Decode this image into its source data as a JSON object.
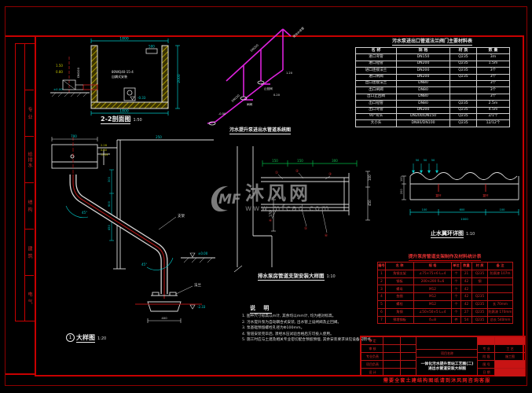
{
  "watermark": {
    "logo": "MF",
    "brand": "沐风网",
    "url": "www.mfcad.com"
  },
  "sign_strip": {
    "labels": [
      "专 业",
      "给排水",
      "结 构",
      "建 筑",
      "电 气"
    ]
  },
  "tank_section": {
    "caption": "2-2剖面图",
    "scale": "1:50",
    "dim_top": "1800",
    "dim_right": "2000",
    "dim_bottom": "1800",
    "opening": "500",
    "level_in": "-0.33",
    "level_ground": "±0.00",
    "pump_model": "80WQ40-15-4",
    "pump_note": "自耦式安装",
    "lvl1": "1.50",
    "lvl2": "0.80",
    "pipe_label": "DN100"
  },
  "iso_diagram": {
    "caption": "污水提升泵进出水管道系统图",
    "outlet": "接出水总管",
    "dn1": "DN200",
    "dn2": "DN150",
    "lv1": "1.20",
    "lv2": "0.20",
    "lv3": "-0.50",
    "valve": "闸阀",
    "check": "止回阀"
  },
  "materials_table": {
    "title": "污水泵进出口管道法兰阀门主要材料表",
    "rows": [
      [
        "名 称",
        "规 格",
        "材 质",
        "数 量"
      ],
      [
        "进口弯管",
        "DN150",
        "Q235",
        "3m"
      ],
      [
        "进口短管",
        "DN200",
        "Q235",
        "1.5m"
      ],
      [
        "进口连接法兰",
        "DN200",
        "Q235",
        "3个"
      ],
      [
        "进口闸阀",
        "DN200",
        "Q235",
        "3个"
      ],
      [
        "出口连接法兰",
        "DN80",
        "",
        "3个"
      ],
      [
        "出口闸阀",
        "DN80",
        "",
        "3个"
      ],
      [
        "出口止回阀",
        "DN80",
        "",
        "3个"
      ],
      [
        "出口短管",
        "DN80",
        "Q235",
        "2.5m"
      ],
      [
        "出口弯管",
        "DN200",
        "Q235",
        "4.5m"
      ],
      [
        "90°弯头",
        "DN200/DN150",
        "Q235",
        "2/1个"
      ],
      [
        "大小头",
        "DN80/DN100",
        "Q235",
        "12/12个"
      ]
    ]
  },
  "pipe_detail": {
    "caption": "大样图",
    "caption_num": "1",
    "scale": "1:20",
    "dim_top": "700",
    "dim_wall": "250",
    "lv_a": "2.26",
    "lv_b": "0.80",
    "lv_c": "-0.43",
    "angle1": "45°",
    "angle2": "45°",
    "ground": "±0.00",
    "bottom_level": "-2.33",
    "base_dim": "400",
    "wall_dim1": "300",
    "wall_dim2": "600",
    "wall_dim3": "450",
    "label_support": "支架",
    "label_flange": "法兰"
  },
  "bracket_detail": {
    "caption": "排水泵房管道支架安装大样图",
    "scale": "1:10",
    "g1": "150",
    "g2": "150",
    "g3": "300",
    "dim_v1": "100",
    "dim_v2": "450",
    "dim_170": "170",
    "m1": "①",
    "m2": "②",
    "m3": "③",
    "m4": "④",
    "m5": "⑤",
    "m6": "⑥"
  },
  "collar_detail": {
    "caption": "止水翼环详图",
    "scale": "1:10",
    "t1": "50",
    "t2": "50",
    "t3": "50",
    "ring_label": "翼环",
    "b1": "100",
    "b2": "600",
    "b3": "100",
    "total": "1000",
    "l1": "100",
    "l2": "200"
  },
  "support_table": {
    "title": "提升泵房管道支架制作及材料统计表",
    "rows": [
      [
        "编号",
        "名 称",
        "规 格",
        "单位",
        "数量",
        "材 质",
        "备 注"
      ],
      [
        "1",
        "角钢支架",
        "∠75×75×6 L=4",
        "个",
        "21",
        "Q235",
        "防腐漆 107m"
      ],
      [
        "2",
        "钢板",
        "200×200 δ=6",
        "个",
        "42",
        "钢",
        ""
      ],
      [
        "3",
        "螺母",
        "M12",
        "个",
        "42",
        "",
        ""
      ],
      [
        "4",
        "垫圈",
        "M12",
        "个",
        "42",
        "Q235",
        ""
      ],
      [
        "5",
        "螺栓",
        "M12",
        "个",
        "42",
        "Q235",
        "长 70mm"
      ],
      [
        "6",
        "角钢",
        "∠50×50×5 L=4",
        "个",
        "27",
        "Q235",
        "防腐漆 170mm"
      ],
      [
        "7",
        "预埋钢板",
        "δ=8",
        "件",
        "54",
        "Q235",
        "总长 540mm"
      ]
    ]
  },
  "notes": {
    "title": "说  明",
    "items": [
      "1. 图中尺寸标高以m计, 其余均以mm计, 均为相对标高。",
      "2. 污水提升泵为自动耦合式安装, 出水管上设闸阀及止回阀。",
      "3. 泵基础预留螺栓孔径为Φ100mm。",
      "4. 管道安装完毕后, 须经水压试验合格后方可投入使用。",
      "5. 施工时应与土建及相关专业密切配合预留预埋, 其余安装要求详见设备说明书。"
    ]
  },
  "title_block": {
    "labels_left": [
      "审 定",
      "审 核",
      "专业负责",
      "项目负责",
      "设 计"
    ],
    "project_label": "项目名称",
    "title_line1": "一体化污水提升泵站工艺图(二)",
    "title_line2": "进出水管道安装大样图",
    "label_specialty": "专 业",
    "value_specialty": "工 艺",
    "label_stage": "阶 段",
    "value_stage": "施工图",
    "label_dwgno": "图 号",
    "label_date": "日 期"
  },
  "bottom_banner": "需要全套土建结构图纸请到沐风网咨询客服"
}
